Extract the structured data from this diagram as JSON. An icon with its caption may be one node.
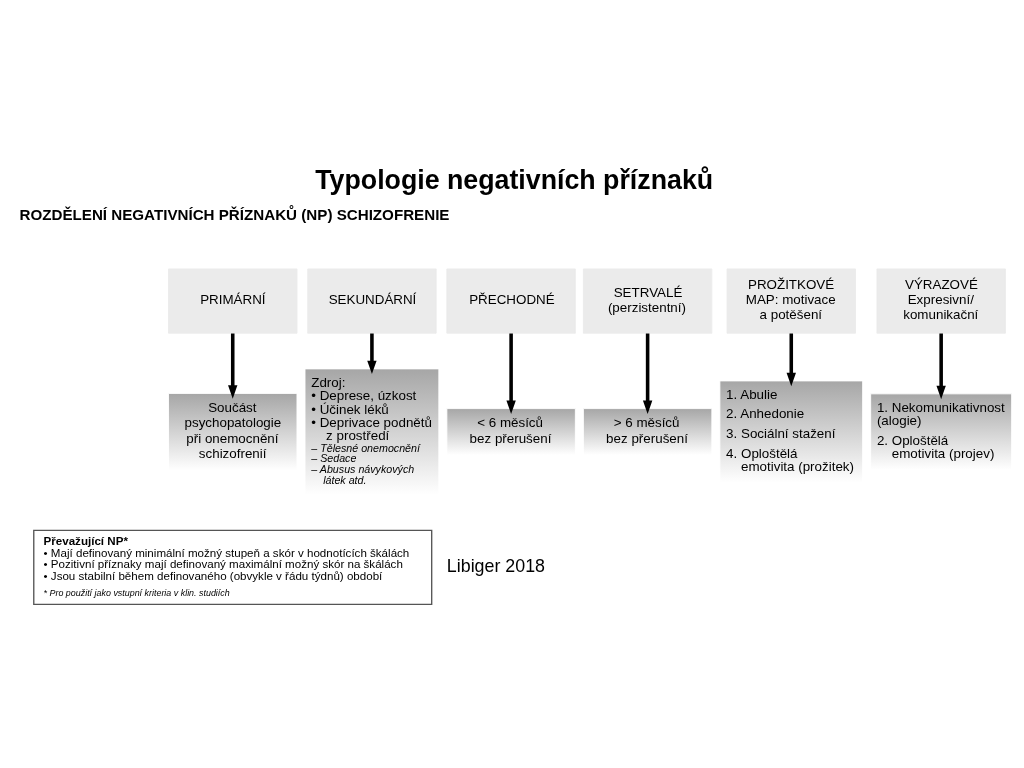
{
  "diagram": {
    "title": "Typologie negativních příznaků",
    "nodes": [
      {
        "text": [
          "PRIMÁRNÍ"
        ]
      },
      {
        "text": [
          "SEKUNDÁRNÍ"
        ]
      },
      {
        "text": [
          "PŘECHODNÉ"
        ]
      },
      {
        "text": [
          "SETRVALÉ",
          "(perzistentní)"
        ]
      },
      {
        "text": [
          "PROŽITKOVÉ",
          "MAP: motivace a potěšení"
        ]
      },
      {
        "text": [
          "VÝRAZOVÉ",
          "Expresivní/ komunikační"
        ]
      },
      {
        "text": [
          "Součást psychopatologie při onemocnění schizofrenií"
        ]
      },
      {
        "text": [
          "Zdroj:",
          "• Deprese, úzkost",
          "• Účinek léků",
          "• Deprivace podnětů z prostředí",
          "– Tělesné onemocnění",
          "– Sedace",
          "– Abusus návykových látek atd."
        ]
      },
      {
        "text": [
          "< 6 měsíců bez přerušení"
        ]
      },
      {
        "text": [
          "> 6 měsíců bez přerušení"
        ]
      },
      {
        "text": [
          "1. Abulie",
          "2. Anhedonie",
          "3. Sociální stažení",
          "4. Oploštělá emotivita (prožitek)"
        ]
      },
      {
        "text": [
          "1. Nekomunikativnost (alogie)",
          "2. Oploštělá emotivita (projev)"
        ]
      },
      {
        "text": [
          "Převažující NP*",
          "• Mají definovaný minimální možný stupeň a skór v hodnotících škálách",
          "• Pozitivní příznaky mají definovaný maximální možný skór na škálách",
          "• Jsou stabilní během definovaného (obvykle v řádu týdnů) období",
          "* Pro použití jako vstupní kriteria v klin. studiích"
        ]
      }
    ],
    "edges": [
      {
        "from": 0,
        "to": 6,
        "arrow": "to"
      },
      {
        "from": 1,
        "to": 7,
        "arrow": "to"
      },
      {
        "from": 2,
        "to": 8,
        "arrow": "to"
      },
      {
        "from": 3,
        "to": 9,
        "arrow": "to"
      },
      {
        "from": 4,
        "to": 10,
        "arrow": "to"
      },
      {
        "from": 5,
        "to": 11,
        "arrow": "to"
      }
    ],
    "labels": [
      "ROZDĚLENÍ NEGATIVNÍCH PŘÍZNAKŮ (NP) SCHIZOFRENIE",
      "Libiger 2018"
    ]
  }
}
